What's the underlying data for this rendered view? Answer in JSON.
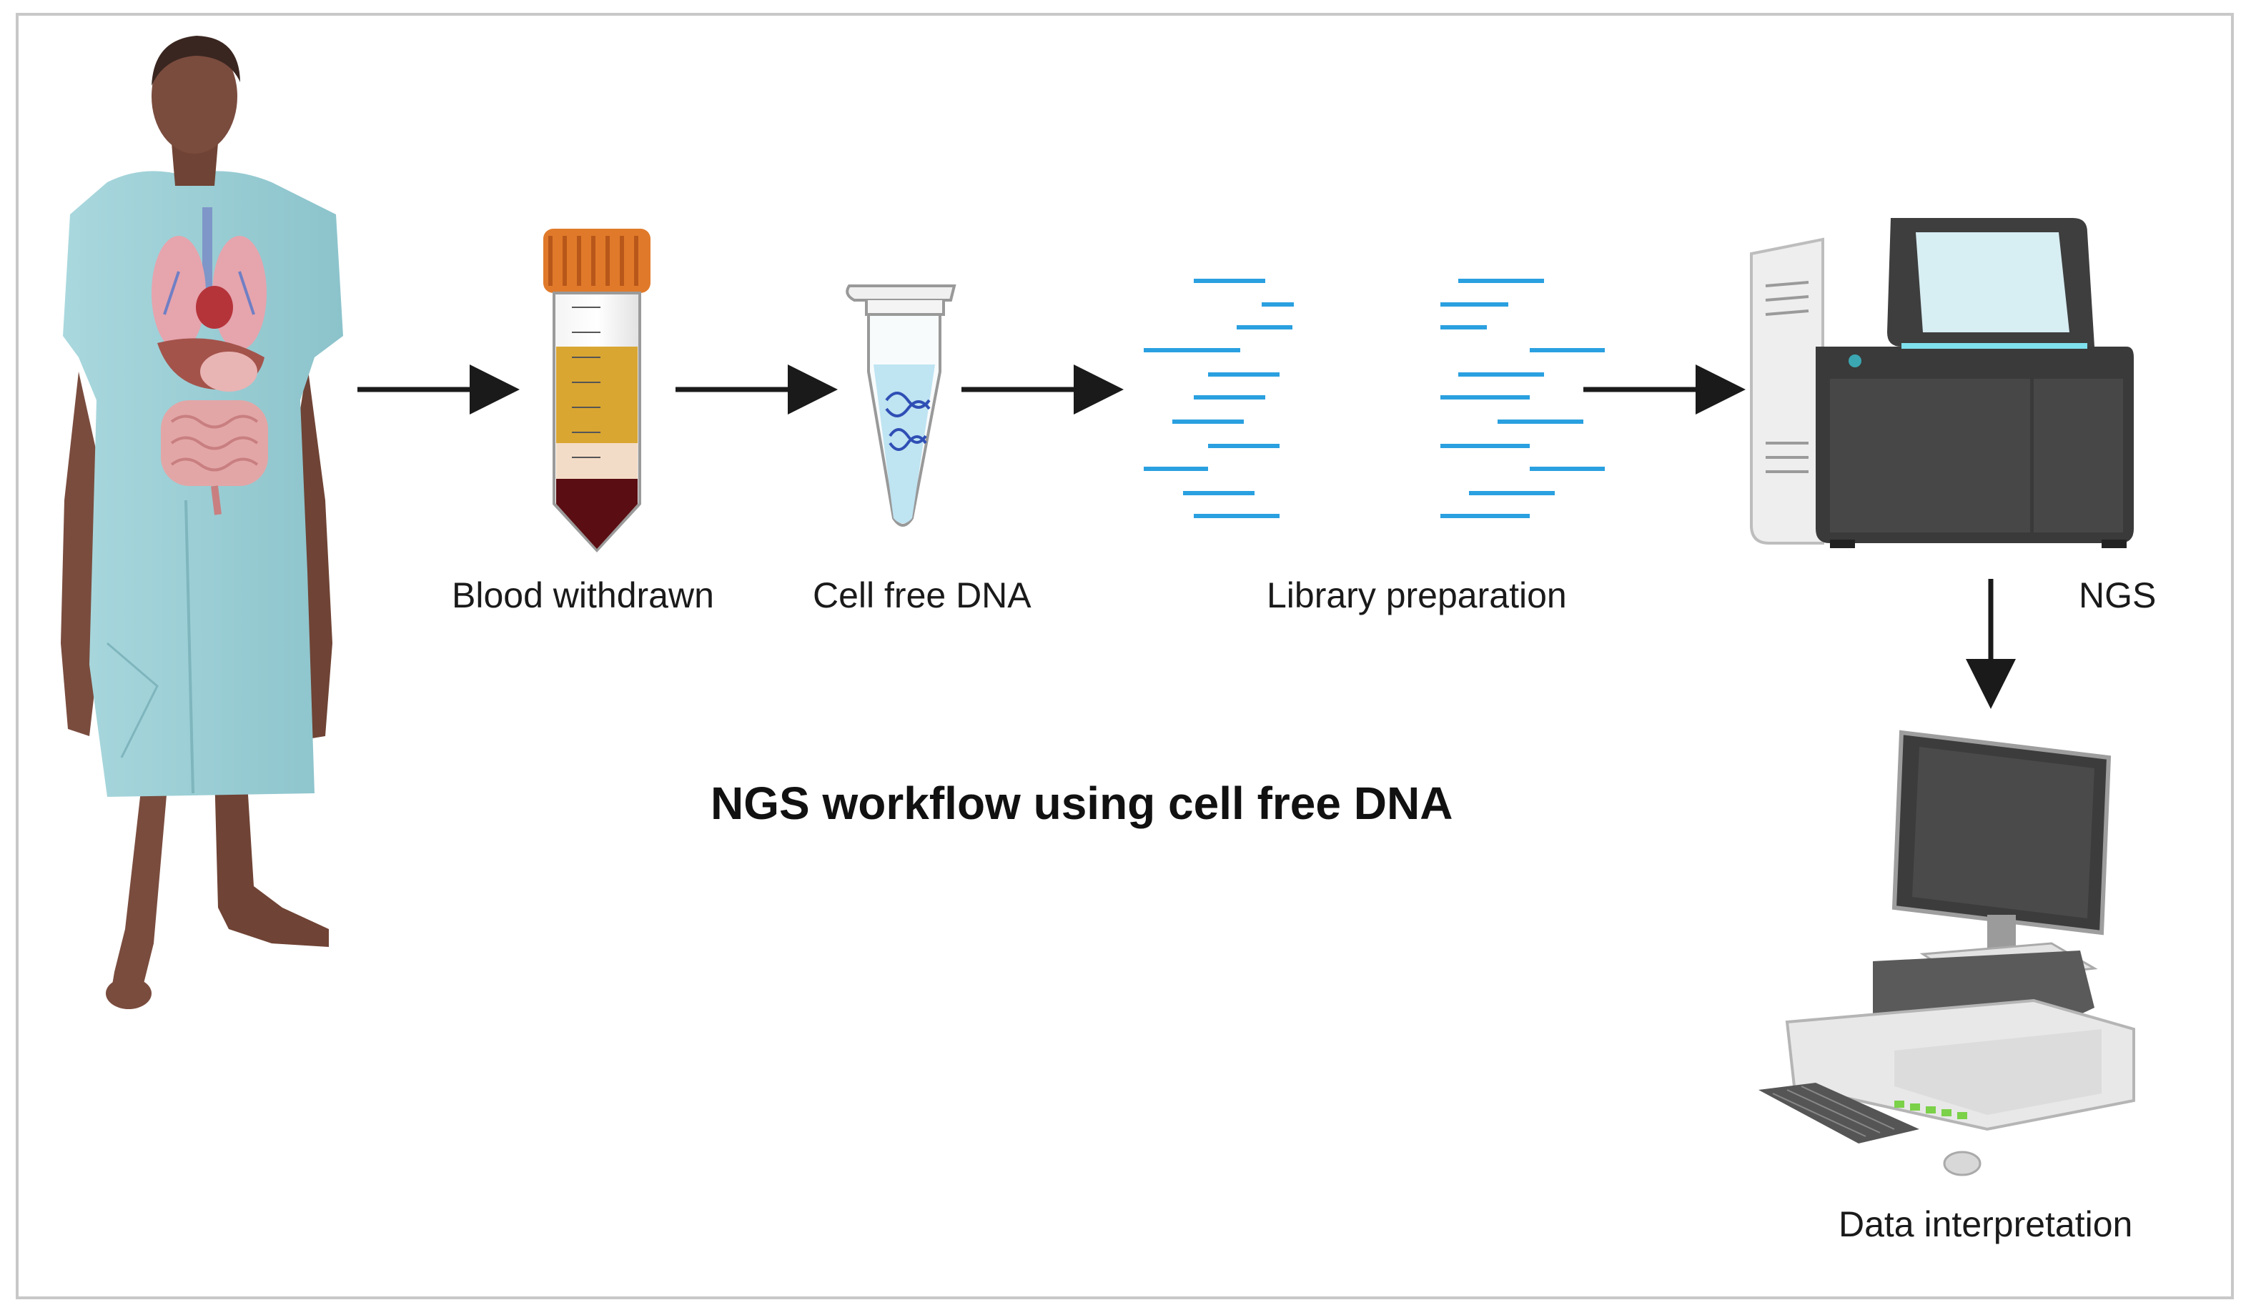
{
  "diagram": {
    "title": "NGS workflow using cell free DNA",
    "steps": [
      {
        "id": "blood",
        "label": "Blood withdrawn",
        "icon": "blood-tube-icon"
      },
      {
        "id": "cfdna",
        "label": "Cell free DNA",
        "icon": "microtube-icon"
      },
      {
        "id": "library",
        "label": "Library preparation",
        "icon": "dna-fragments-icon"
      },
      {
        "id": "ngs",
        "label": "NGS",
        "icon": "sequencer-icon"
      },
      {
        "id": "data",
        "label": "Data interpretation",
        "icon": "computer-icon"
      }
    ],
    "colors": {
      "frame": "#c8c8c8",
      "arrow": "#1a1a1a",
      "fragment": "#2aa0e0",
      "skin": "#7a4c3e",
      "gown": "#9ccfd6",
      "tube_cap": "#e07a2a",
      "plasma": "#d9a632",
      "blood": "#5a0d12",
      "sequencer": "#3e3e3e",
      "screen": "#d7eef3"
    }
  }
}
